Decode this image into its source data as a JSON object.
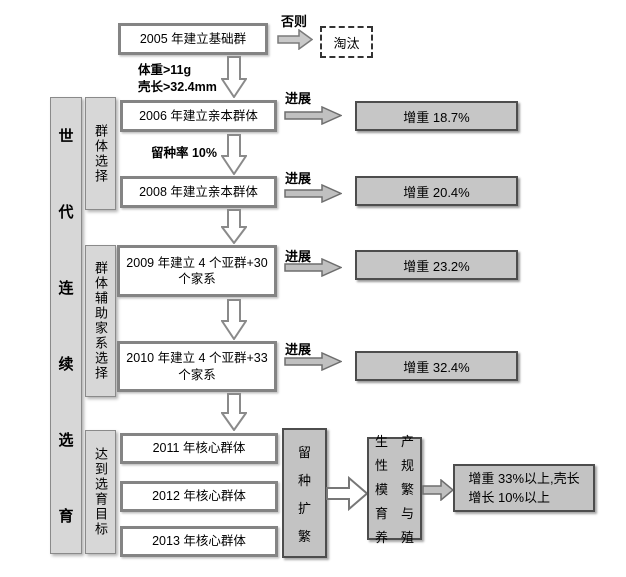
{
  "sidebar": {
    "generation_label": "世代连续选育",
    "generation_chars": [
      "世",
      "代",
      "连",
      "续",
      "选",
      "育"
    ],
    "phases": [
      "群体选择",
      "群体辅助家系选择",
      "达到选育目标"
    ]
  },
  "labels": {
    "otherwise": "否则",
    "eliminate": "淘汰",
    "weight_criteria": "体重>11g",
    "shell_criteria": "壳长>32.4mm",
    "retention_rate": "留种率 10%",
    "progress": "进展"
  },
  "flow": {
    "boxes": [
      {
        "label": "2005 年建立基础群"
      },
      {
        "label": "2006 年建立亲本群体"
      },
      {
        "label": "2008 年建立亲本群体"
      },
      {
        "line1": "2009 年建立 4 个亚群+30",
        "line2": "个家系"
      },
      {
        "line1": "2010 年建立 4 个亚群+33",
        "line2": "个家系"
      },
      {
        "label": "2011 年核心群体"
      },
      {
        "label": "2012 年核心群体"
      },
      {
        "label": "2013 年核心群体"
      }
    ]
  },
  "results": [
    {
      "label": "增重 18.7%"
    },
    {
      "label": "增重 20.4%"
    },
    {
      "label": "增重 23.2%"
    },
    {
      "label": "增重 32.4%"
    }
  ],
  "bottom": {
    "retain_label": "留种扩繁",
    "retain_chars": [
      "留",
      "种",
      "扩",
      "繁"
    ],
    "production_label": "生产性规模繁育与养殖",
    "prod_col1": [
      "生",
      "性",
      "模",
      "育",
      "养"
    ],
    "prod_col2": [
      "产",
      "规",
      "繁",
      "与",
      "殖"
    ],
    "final_line1": "增重 33%以上,壳长",
    "final_line2": "增长 10%以上"
  },
  "colors": {
    "bar_fill": "#d7d7d7",
    "box_border": "#848484",
    "result_fill": "#c6c6c6",
    "result_border": "#4d4d4d",
    "arrow_fill": "#c0c0c0",
    "arrow_stroke": "#6e6e6e"
  }
}
